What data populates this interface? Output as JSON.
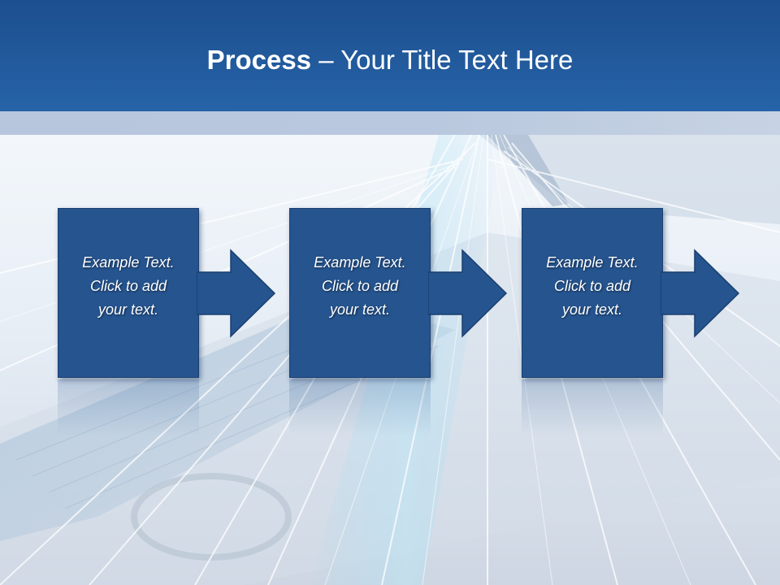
{
  "slide": {
    "title_bold": "Process",
    "title_rest": " – Your Title Text Here"
  },
  "steps": [
    {
      "line1": "Example Text.",
      "line2": "Click  to add",
      "line3": "your text."
    },
    {
      "line1": "Example Text.",
      "line2": "Click  to add",
      "line3": "your text."
    },
    {
      "line1": "Example Text.",
      "line2": "Click  to add",
      "line3": "your text."
    }
  ],
  "colors": {
    "header": "#2663a8",
    "box": "#25548f",
    "box_border": "#1a3f6e",
    "text": "#ffffff"
  }
}
